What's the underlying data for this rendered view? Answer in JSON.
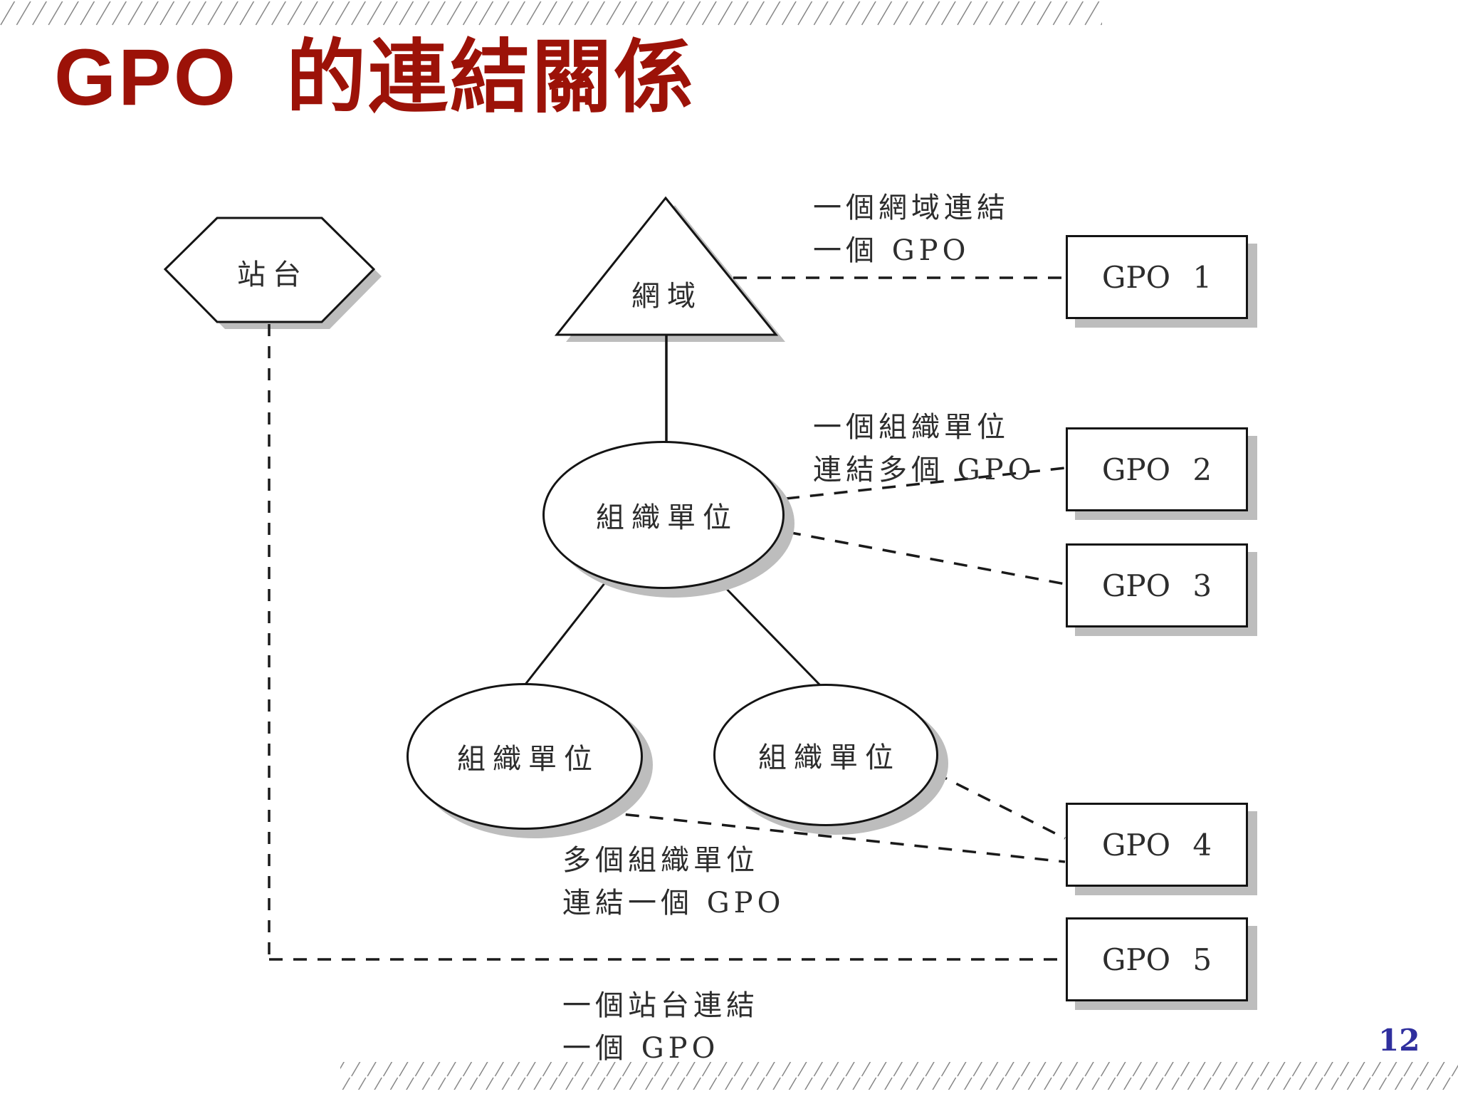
{
  "slide": {
    "title": "GPO 的連結關係",
    "page_number": "12"
  },
  "diagram": {
    "shapes": {
      "site": {
        "label": "站台",
        "shape": "hexagon"
      },
      "domain": {
        "label": "網域",
        "shape": "triangle"
      },
      "ou_top": {
        "label": "組織單位",
        "shape": "ellipse"
      },
      "ou_left": {
        "label": "組織單位",
        "shape": "ellipse"
      },
      "ou_right": {
        "label": "組織單位",
        "shape": "ellipse"
      }
    },
    "gpo_boxes": [
      {
        "label": "GPO 1"
      },
      {
        "label": "GPO 2"
      },
      {
        "label": "GPO 3"
      },
      {
        "label": "GPO 4"
      },
      {
        "label": "GPO 5"
      }
    ],
    "annotations": {
      "domain_link": {
        "line1": "一個網域連結",
        "line2": "一個 GPO"
      },
      "ou_multi_link": {
        "line1": "一個組織單位",
        "line2": "連結多個 GPO"
      },
      "multi_ou_link": {
        "line1": "多個組織單位",
        "line2": "連結一個 GPO"
      },
      "site_link": {
        "line1": "一個站台連結",
        "line2": "一個 GPO"
      }
    },
    "colors": {
      "title": "#9C1208",
      "page_number": "#2F2F9E",
      "shape_border": "#141414",
      "shadow": "#BDBDBD",
      "hatch_line": "#808080",
      "text": "#2D2D2D"
    }
  }
}
